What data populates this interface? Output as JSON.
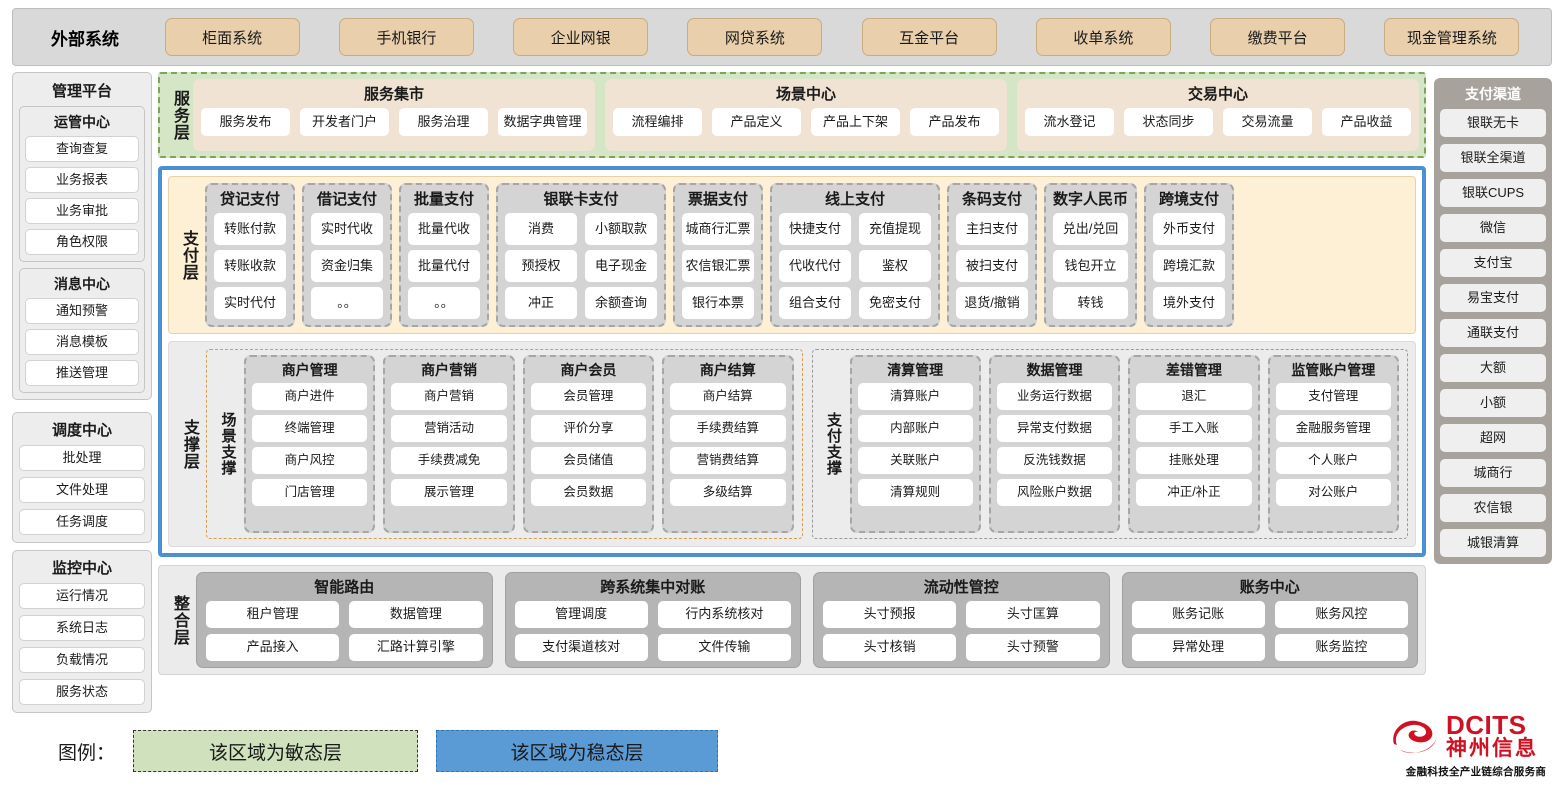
{
  "external": {
    "title": "外部系统",
    "items": [
      "柜面系统",
      "手机银行",
      "企业网银",
      "网贷系统",
      "互金平台",
      "收单系统",
      "缴费平台",
      "现金管理系统"
    ]
  },
  "mgmt": {
    "title": "管理平台",
    "groups": [
      {
        "title": "运管中心",
        "items": [
          "查询查复",
          "业务报表",
          "业务审批",
          "角色权限"
        ]
      },
      {
        "title": "消息中心",
        "items": [
          "通知预警",
          "消息模板",
          "推送管理"
        ]
      }
    ]
  },
  "sched": {
    "title": "调度中心",
    "items": [
      "批处理",
      "文件处理",
      "任务调度"
    ]
  },
  "monitor": {
    "title": "监控中心",
    "items": [
      "运行情况",
      "系统日志",
      "负载情况",
      "服务状态"
    ]
  },
  "channels": {
    "title": "支付渠道",
    "items": [
      "银联无卡",
      "银联全渠道",
      "银联CUPS",
      "微信",
      "支付宝",
      "易宝支付",
      "通联支付",
      "大额",
      "小额",
      "超网",
      "城商行",
      "农信银",
      "城银清算"
    ]
  },
  "service_layer": {
    "label": "服务层",
    "groups": [
      {
        "title": "服务集市",
        "items": [
          "服务发布",
          "开发者门户",
          "服务治理",
          "数据字典管理"
        ]
      },
      {
        "title": "场景中心",
        "items": [
          "流程编排",
          "产品定义",
          "产品上下架",
          "产品发布"
        ]
      },
      {
        "title": "交易中心",
        "items": [
          "流水登记",
          "状态同步",
          "交易流量",
          "产品收益"
        ]
      }
    ]
  },
  "payment_layer": {
    "label": "支付层",
    "groups": [
      {
        "title": "贷记支付",
        "cols": [
          [
            "转账付款",
            "转账收款",
            "实时代付"
          ]
        ]
      },
      {
        "title": "借记支付",
        "cols": [
          [
            "实时代收",
            "资金归集",
            "。。"
          ]
        ]
      },
      {
        "title": "批量支付",
        "cols": [
          [
            "批量代收",
            "批量代付",
            "。。"
          ]
        ]
      },
      {
        "title": "银联卡支付",
        "cols": [
          [
            "消费",
            "预授权",
            "冲正"
          ],
          [
            "小额取款",
            "电子现金",
            "余额查询"
          ]
        ]
      },
      {
        "title": "票据支付",
        "cols": [
          [
            "城商行汇票",
            "农信银汇票",
            "银行本票"
          ]
        ]
      },
      {
        "title": "线上支付",
        "cols": [
          [
            "快捷支付",
            "代收代付",
            "组合支付"
          ],
          [
            "充值提现",
            "鉴权",
            "免密支付"
          ]
        ]
      },
      {
        "title": "条码支付",
        "cols": [
          [
            "主扫支付",
            "被扫支付",
            "退货/撤销"
          ]
        ]
      },
      {
        "title": "数字人民币",
        "cols": [
          [
            "兑出/兑回",
            "钱包开立",
            "转钱"
          ]
        ]
      },
      {
        "title": "跨境支付",
        "cols": [
          [
            "外币支付",
            "跨境汇款",
            "境外支付"
          ]
        ]
      }
    ]
  },
  "support_layer": {
    "label": "支撑层",
    "regions": [
      {
        "label": "场景支撑",
        "cards": [
          {
            "title": "商户管理",
            "items": [
              "商户进件",
              "终端管理",
              "商户风控",
              "门店管理"
            ]
          },
          {
            "title": "商户营销",
            "items": [
              "商户营销",
              "营销活动",
              "手续费减免",
              "展示管理"
            ]
          },
          {
            "title": "商户会员",
            "items": [
              "会员管理",
              "评价分享",
              "会员储值",
              "会员数据"
            ]
          },
          {
            "title": "商户结算",
            "items": [
              "商户结算",
              "手续费结算",
              "营销费结算",
              "多级结算"
            ]
          }
        ]
      },
      {
        "label": "支付支撑",
        "cards": [
          {
            "title": "清算管理",
            "items": [
              "清算账户",
              "内部账户",
              "关联账户",
              "清算规则"
            ]
          },
          {
            "title": "数据管理",
            "items": [
              "业务运行数据",
              "异常支付数据",
              "反洗钱数据",
              "风险账户数据"
            ]
          },
          {
            "title": "差错管理",
            "items": [
              "退汇",
              "手工入账",
              "挂账处理",
              "冲正/补正"
            ]
          },
          {
            "title": "监管账户管理",
            "items": [
              "支付管理",
              "金融服务管理",
              "个人账户",
              "对公账户"
            ]
          }
        ]
      }
    ]
  },
  "integration_layer": {
    "label": "整合层",
    "groups": [
      {
        "title": "智能路由",
        "rows": [
          [
            "租户管理",
            "数据管理"
          ],
          [
            "产品接入",
            "汇路计算引擎"
          ]
        ]
      },
      {
        "title": "跨系统集中对账",
        "rows": [
          [
            "管理调度",
            "行内系统核对"
          ],
          [
            "支付渠道核对",
            "文件传输"
          ]
        ]
      },
      {
        "title": "流动性管控",
        "rows": [
          [
            "头寸预报",
            "头寸匡算"
          ],
          [
            "头寸核销",
            "头寸预警"
          ]
        ]
      },
      {
        "title": "账务中心",
        "rows": [
          [
            "账务记账",
            "账务风控"
          ],
          [
            "异常处理",
            "账务监控"
          ]
        ]
      }
    ]
  },
  "legend": {
    "label": "图例：",
    "agile": "该区域为敏态层",
    "stable": "该区域为稳态层"
  },
  "logo": {
    "en": "DCITS",
    "cn": "神州信息",
    "tagline": "金融科技全产业链综合服务商"
  },
  "colors": {
    "tan": "#e9cfac",
    "agile_green": "#cfe2bd",
    "stable_blue": "#5b9bd5",
    "brand_red": "#cf1124"
  }
}
